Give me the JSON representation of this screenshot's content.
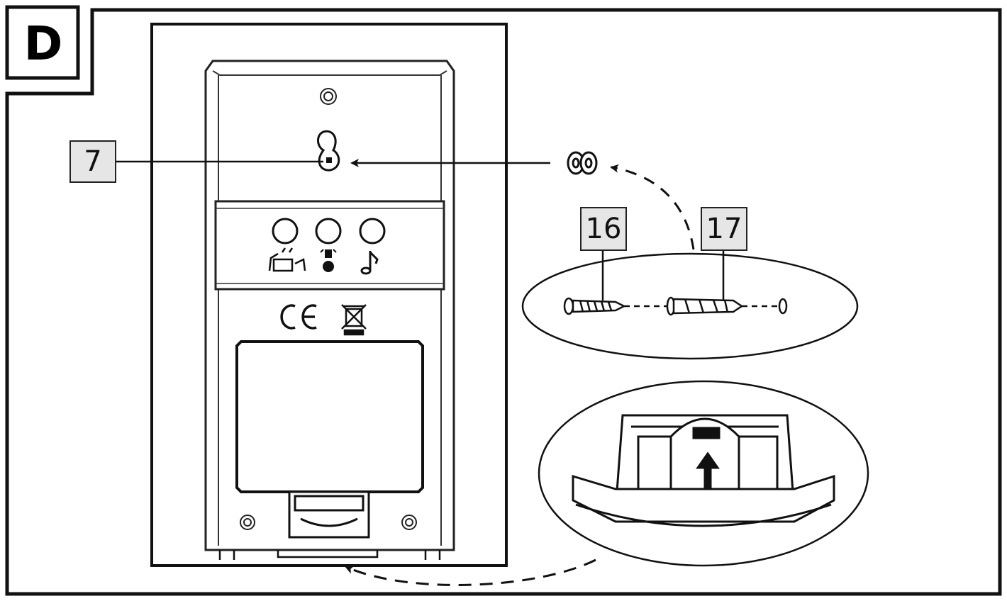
{
  "panel": {
    "letter": "D"
  },
  "callouts": [
    {
      "id": "c7",
      "label": "7"
    },
    {
      "id": "c16",
      "label": "16"
    },
    {
      "id": "c17",
      "label": "17"
    }
  ],
  "device": {
    "button_icons": [
      "drum-tune-icon",
      "volume-icon",
      "music-note-icon"
    ],
    "marks": [
      "ce-mark-icon",
      "weee-bin-icon"
    ]
  }
}
